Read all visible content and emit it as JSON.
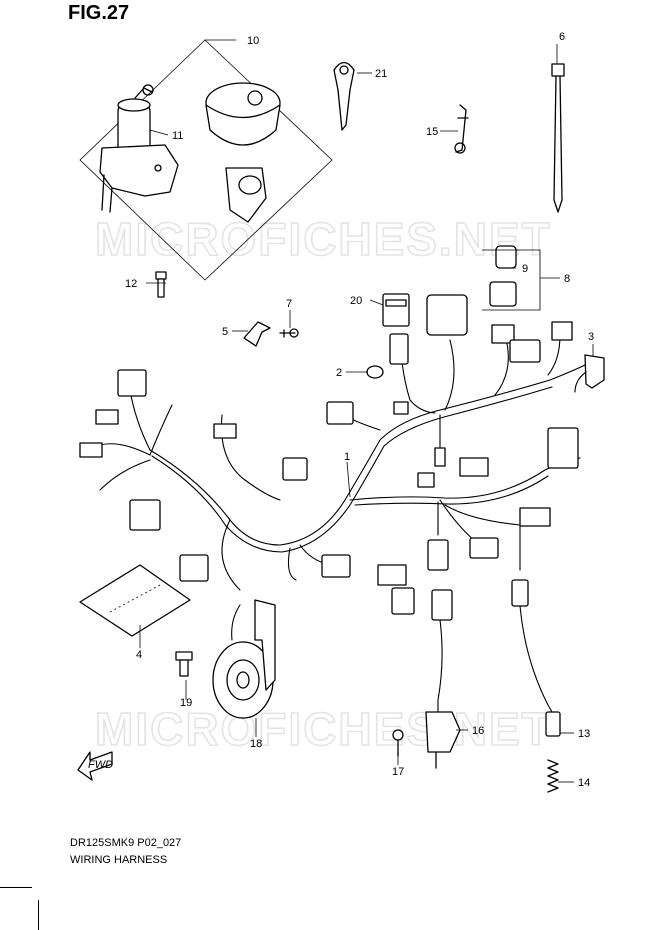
{
  "figure": {
    "title": "FIG.27",
    "model_code": "DR125SMK9 P02_027",
    "name": "WIRING HARNESS",
    "watermark": "MICROFICHES.NET",
    "direction_label": "FWD"
  },
  "callouts": [
    {
      "id": "c1",
      "label": "1"
    },
    {
      "id": "c2",
      "label": "2"
    },
    {
      "id": "c3",
      "label": "3"
    },
    {
      "id": "c4",
      "label": "4"
    },
    {
      "id": "c5",
      "label": "5"
    },
    {
      "id": "c6",
      "label": "6"
    },
    {
      "id": "c7",
      "label": "7"
    },
    {
      "id": "c8",
      "label": "8"
    },
    {
      "id": "c9",
      "label": "9"
    },
    {
      "id": "c10",
      "label": "10"
    },
    {
      "id": "c11",
      "label": "11"
    },
    {
      "id": "c12",
      "label": "12"
    },
    {
      "id": "c13",
      "label": "13"
    },
    {
      "id": "c14",
      "label": "14"
    },
    {
      "id": "c15",
      "label": "15"
    },
    {
      "id": "c16",
      "label": "16"
    },
    {
      "id": "c17",
      "label": "17"
    },
    {
      "id": "c18",
      "label": "18"
    },
    {
      "id": "c19",
      "label": "19"
    },
    {
      "id": "c20",
      "label": "20"
    },
    {
      "id": "c21",
      "label": "21"
    }
  ]
}
